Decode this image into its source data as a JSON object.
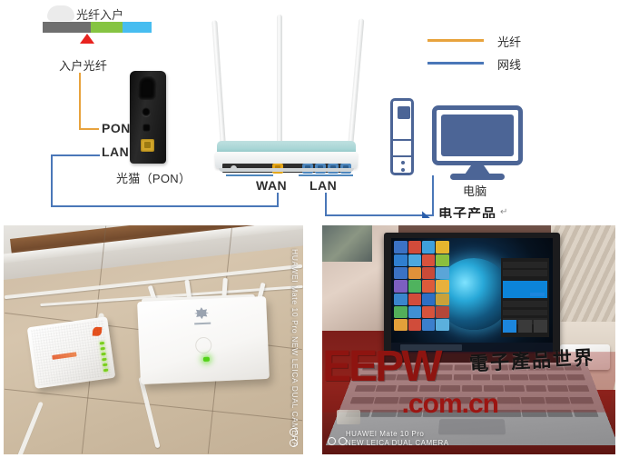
{
  "diagram": {
    "fiber_entry_widget": {
      "label": "光纤入户",
      "segments": [
        "gray",
        "green",
        "blue"
      ],
      "pointer": "red-triangle"
    },
    "labels": {
      "incoming_fiber": "入户光纤",
      "pon_port": "PON",
      "lan_port_modem": "LAN",
      "modem_caption": "光猫（PON）",
      "router_wan": "WAN",
      "router_lan": "LAN",
      "computer_caption": "电脑"
    },
    "legend": [
      {
        "color": "#e8a33d",
        "label": "光纤"
      },
      {
        "color": "#4a77b8",
        "label": "网线"
      }
    ],
    "watermark": {
      "text": "电子产品",
      "return_mark": "↵"
    }
  },
  "photo_left": {
    "caption_brand": "HUAWEI Mate 10 Pro",
    "caption_sub": "NEW LEICA DUAL CAMERA",
    "scene": "modem and router on tile floor"
  },
  "photo_right": {
    "caption_brand": "HUAWEI Mate 10 Pro",
    "caption_sub": "NEW LEICA DUAL CAMERA",
    "scene": "laptop showing Windows desktop with Wi-Fi network panel open",
    "watermark": {
      "logo_text": "EEPW",
      "domain": ".com.cn",
      "chinese": "電子產品世界"
    }
  }
}
